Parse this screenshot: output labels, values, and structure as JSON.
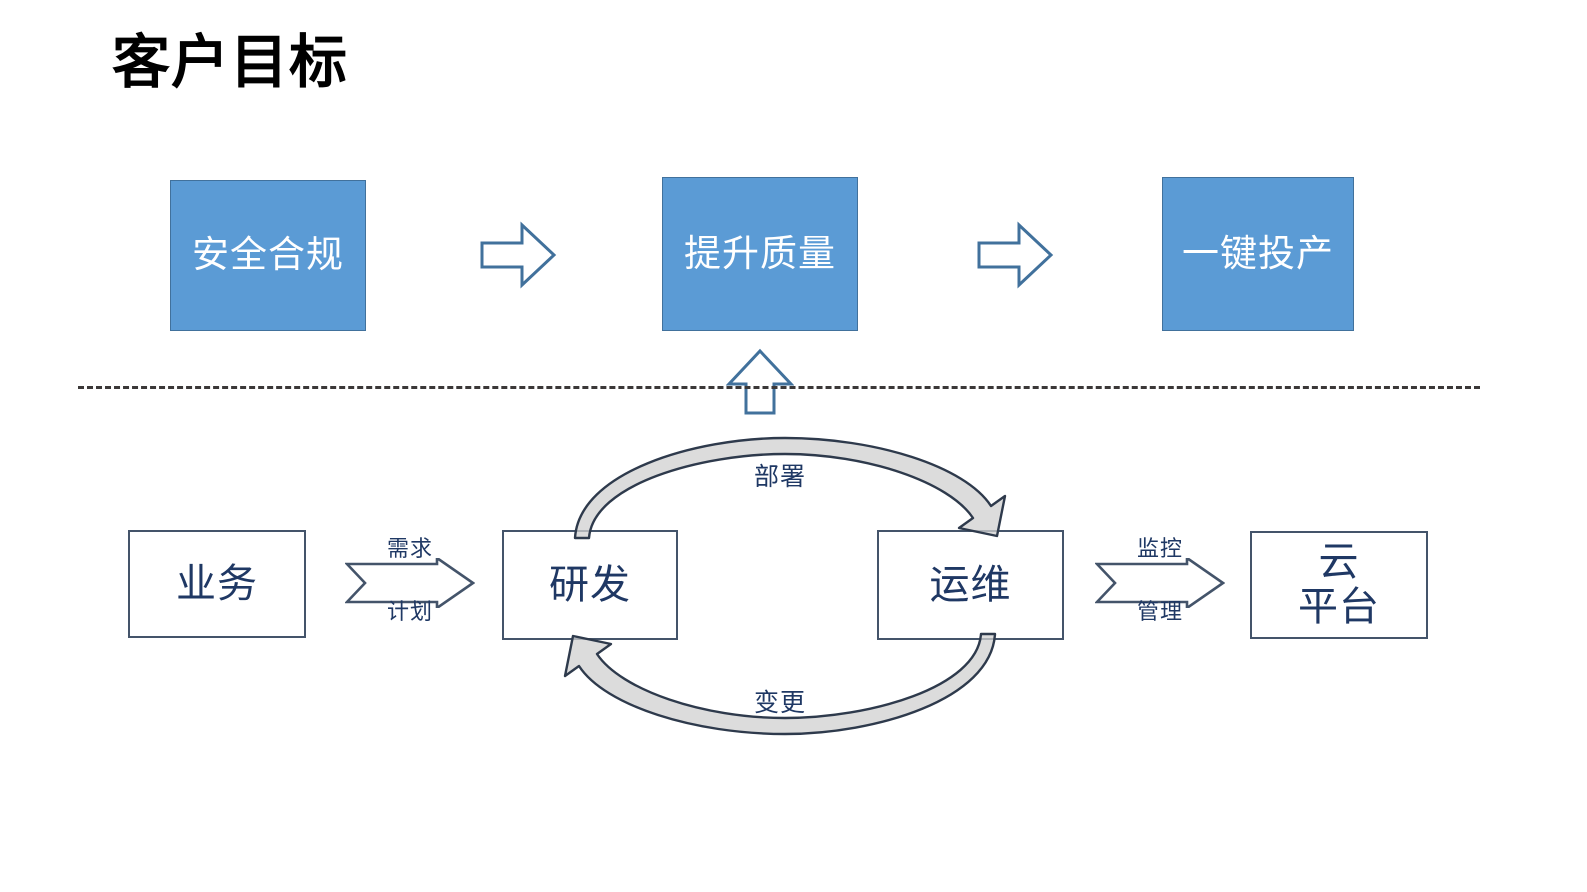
{
  "slide": {
    "title": "客户目标",
    "background": "#FFFFFF"
  },
  "colors": {
    "goal_fill": "#5B9BD5",
    "goal_border": "#41719C",
    "goal_text": "#FFFFFF",
    "flow_border": "#44546A",
    "flow_text": "#1F3864",
    "divider": "#3B3838",
    "curve_stroke": "#2E3A4C",
    "curve_fill": "#D0D0D0"
  },
  "goals": {
    "boxes": [
      {
        "label": "安全合规"
      },
      {
        "label": "提升质量"
      },
      {
        "label": "一键投产"
      }
    ],
    "arrows": [
      {
        "icon": "block-arrow-right-icon"
      },
      {
        "icon": "block-arrow-right-icon"
      }
    ],
    "uplift_arrow": {
      "icon": "block-arrow-up-icon"
    }
  },
  "divider": {
    "style": "dashed"
  },
  "pipeline": {
    "boxes": [
      {
        "id": "business",
        "label": "业务",
        "lines": [
          "业务"
        ]
      },
      {
        "id": "dev",
        "label": "研发",
        "lines": [
          "研发"
        ]
      },
      {
        "id": "ops",
        "label": "运维",
        "lines": [
          "运维"
        ]
      },
      {
        "id": "cloud",
        "label": "云平台",
        "lines": [
          "云",
          "平台"
        ]
      }
    ],
    "arrows": [
      {
        "id": "business-to-dev",
        "icon": "striped-arrow-right-icon",
        "caption_top": "需求",
        "caption_bottom": "计划"
      },
      {
        "id": "ops-to-cloud",
        "icon": "striped-arrow-right-icon",
        "caption_top": "监控",
        "caption_bottom": "管理"
      }
    ],
    "cycle": [
      {
        "id": "deploy",
        "label": "部署",
        "icon": "curved-arrow-right-icon",
        "from": "研发",
        "to": "运维"
      },
      {
        "id": "change",
        "label": "变更",
        "icon": "curved-arrow-left-icon",
        "from": "运维",
        "to": "研发"
      }
    ]
  }
}
